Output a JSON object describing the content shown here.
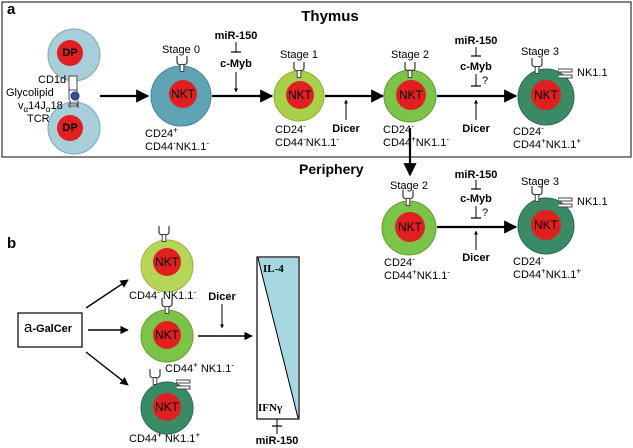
{
  "colors": {
    "dp_outer": "#a8cfd9",
    "stage0_outer": "#5fa4b4",
    "stage12_outer": "#a8d04a",
    "stage3_outer": "#3b8a66",
    "nucleus": "#e02020",
    "gradient_box": "#a8d7e4"
  },
  "panel_a": {
    "letter": "a",
    "thymus_title": "Thymus",
    "periphery_title": "Periphery",
    "dp_top": "DP",
    "dp_bottom": "DP",
    "cd1d": "CD1d",
    "glycolipid": "Glycolipid",
    "tcr_prefix": "v",
    "tcr_sub1": "α",
    "tcr_mid": "14J",
    "tcr_sub2": "α",
    "tcr_suffix": "18",
    "tcr_label": "TCR",
    "stage0": "Stage 0",
    "stage1": "Stage 1",
    "stage2": "Stage 2",
    "stage3": "Stage 3",
    "nkt": "NKT",
    "nk11": "NK1.1",
    "mir150": "miR-150",
    "cmyb": "c-Myb",
    "dicer": "Dicer",
    "question": "?",
    "s0_l1a": "CD24",
    "s0_l1sup": "+",
    "s0_l2a": "CD44",
    "s0_l2sup1": "-",
    "s0_l2b": "NK1.1",
    "s0_l2sup2": "-",
    "s1_l1a": "CD24",
    "s1_l1sup": "-",
    "s1_l2a": "CD44",
    "s1_l2sup1": "-",
    "s1_l2b": "NK1.1",
    "s1_l2sup2": "-",
    "s2_l1a": "CD24",
    "s2_l1sup": "-",
    "s2_l2a": "CD44",
    "s2_l2sup1": "+",
    "s2_l2b": "NK1.1",
    "s2_l2sup2": "-",
    "s3_l1a": "CD24",
    "s3_l1sup": "-",
    "s3_l2a": "CD44",
    "s3_l2sup1": "+",
    "s3_l2b": "NK1.1",
    "s3_l2sup2": "+"
  },
  "panel_b": {
    "letter": "b",
    "agalcer_prefix": "a",
    "agalcer_suffix": "-GalCer",
    "nkt": "NKT",
    "dicer": "Dicer",
    "il4": "IL-4",
    "ifng": "IFNγ",
    "mir150": "miR-150",
    "c1a": "CD44",
    "c1sup1": "-",
    "c1b": " NK1.1",
    "c1sup2": "-",
    "c2a": "CD44",
    "c2sup1": "+",
    "c2b": " NK1.1",
    "c2sup2": "-",
    "c3a": "CD44",
    "c3sup1": "+",
    "c3b": " NK1.1",
    "c3sup2": "+"
  }
}
